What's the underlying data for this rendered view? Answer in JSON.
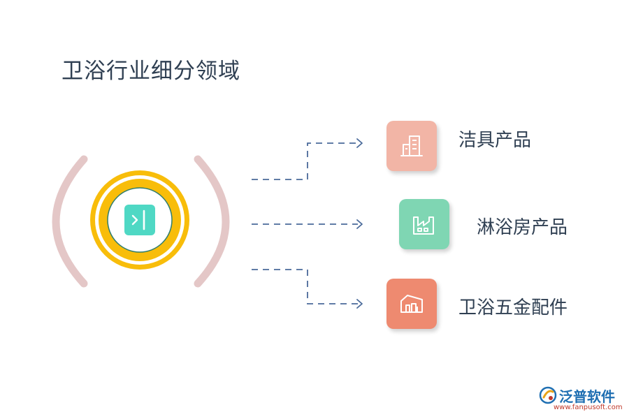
{
  "title": "卫浴行业细分领域",
  "center": {
    "icon": "sidebar-expand-icon",
    "colors": {
      "ring": "#f8bd0a",
      "core": "#ffffff",
      "core_border": "#2e7d6e",
      "tile": "#4fd8c4",
      "brackets": "#e4c7c7"
    }
  },
  "branches": [
    {
      "label": "洁具产品",
      "icon": "building-icon",
      "color": "#f2b5a6"
    },
    {
      "label": "淋浴房产品",
      "icon": "factory-icon",
      "color": "#7fd6b3"
    },
    {
      "label": "卫浴五金配件",
      "icon": "warehouse-icon",
      "color": "#ee8a70"
    }
  ],
  "connector_color": "#4a6a9a",
  "watermark": {
    "name": "泛普软件",
    "url": "www.fanpusoft.com"
  }
}
